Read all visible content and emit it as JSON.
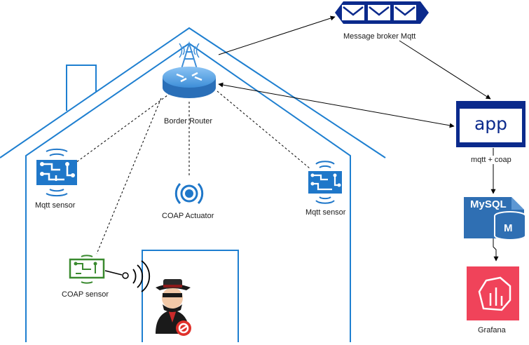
{
  "nodes": {
    "broker": {
      "label": "Message broker Mqtt"
    },
    "border_router": {
      "label": "Border Router"
    },
    "mqtt_sensor_left": {
      "label": "Mqtt sensor"
    },
    "mqtt_sensor_right": {
      "label": "Mqtt sensor"
    },
    "coap_actuator": {
      "label": "COAP Actuator"
    },
    "coap_sensor": {
      "label": "COAP sensor"
    },
    "app": {
      "label": "app"
    },
    "mysql": {
      "label": "MySQL",
      "badge": "M"
    },
    "grafana": {
      "label": "Grafana"
    }
  },
  "edges": {
    "app_to_mysql": {
      "label": "mqtt + coap"
    }
  },
  "colors": {
    "house": "#1e7fd0",
    "broker": "#0b2a8c",
    "app": "#0b2a8c",
    "router": "#3d8ed8",
    "sensor": "#1f77c9",
    "coap_sensor": "#3a8a2f",
    "mysql": "#2f6fb3",
    "grafana": "#f0435a"
  },
  "icons": {
    "broker": "message-queue-icon",
    "border_router": "router-icon",
    "sensor": "iot-sensor-icon",
    "actuator": "actuator-icon",
    "coap_sensor": "circuit-board-icon",
    "attacker": "hacker-icon",
    "database": "mysql-icon",
    "dashboard": "grafana-icon"
  }
}
